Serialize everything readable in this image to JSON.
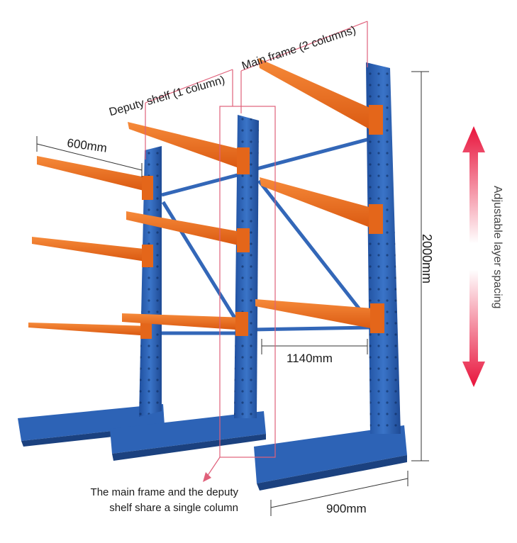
{
  "labels": {
    "main_frame": "Main frame (2 columns)",
    "deputy_shelf": "Deputy shelf (1 column)",
    "arm_length": "600mm",
    "column_spacing": "1140mm",
    "height": "2000mm",
    "base_width": "900mm",
    "adjustable": "Adjustable layer spacing",
    "shared_note_line1": "The main frame and the deputy",
    "shared_note_line2": "shelf share a single column"
  },
  "colors": {
    "column_blue": "#2a5fb0",
    "arm_orange": "#ee6a1c",
    "callout_pink": "#e0607a",
    "arrow_red": "#e8133b"
  }
}
